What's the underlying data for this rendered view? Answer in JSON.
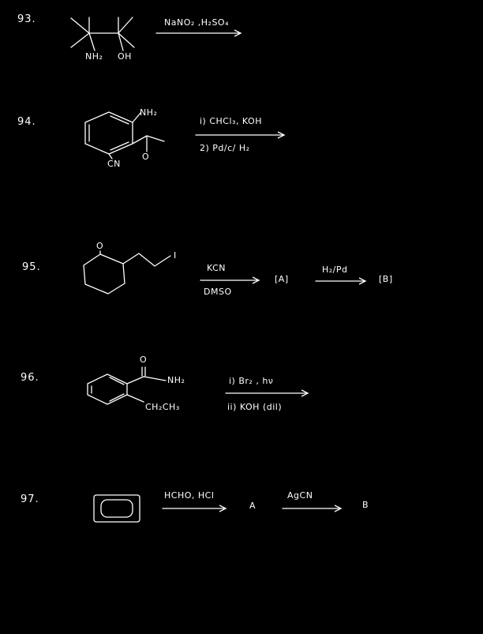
{
  "problems": [
    {
      "number": "93.",
      "labels": {
        "amine": "NH₂",
        "hydroxyl": "OH"
      },
      "reagents": [
        "NaNO₂ ,H₂SO₄"
      ]
    },
    {
      "number": "94.",
      "labels": {
        "amine": "NH₂",
        "nitrile": "CN",
        "carbonyl_o": "O"
      },
      "reagents": [
        "i) CHCl₃, KOH",
        "2) Pd/c/ H₂"
      ]
    },
    {
      "number": "95.",
      "labels": {
        "carbonyl_o": "O",
        "iodo": "I"
      },
      "reagents": [
        "KCN",
        "DMSO",
        "H₂/Pd"
      ],
      "products": [
        "[A]",
        "[B]"
      ]
    },
    {
      "number": "96.",
      "labels": {
        "carbonyl_o": "O",
        "amide": "NH₂",
        "ethyl": "CH₂CH₃"
      },
      "reagents": [
        "i) Br₂ , hν",
        "ii) KOH (dil)"
      ]
    },
    {
      "number": "97.",
      "reagents": [
        "HCHO, HCl",
        "AgCN"
      ],
      "products": [
        "A",
        "B"
      ]
    }
  ]
}
